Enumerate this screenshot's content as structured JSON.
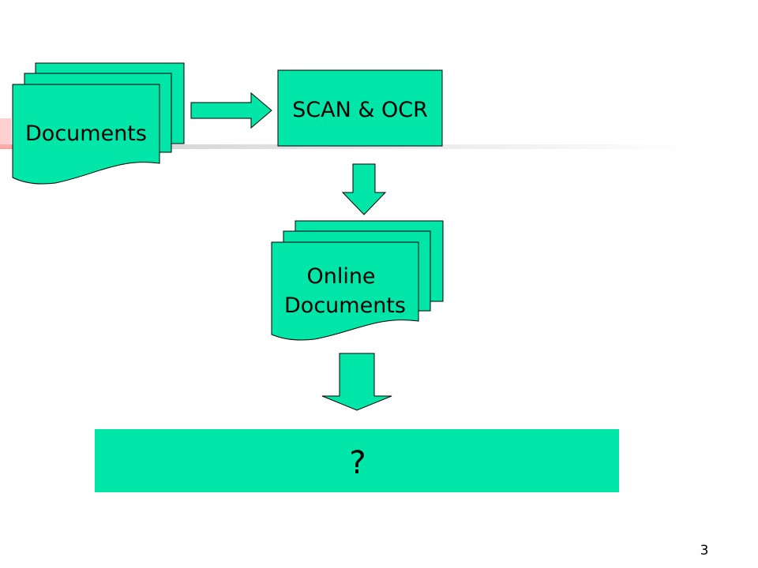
{
  "colors": {
    "fill": "#00e5a8",
    "stroke": "#000000",
    "rule": "#d0d0d0",
    "accent": "#ff9a9a"
  },
  "nodes": {
    "documents": {
      "label": "Documents"
    },
    "scan_ocr": {
      "label": "SCAN & OCR"
    },
    "online_documents": {
      "line1": "Online",
      "line2": "Documents"
    },
    "result": {
      "label": "?"
    }
  },
  "slide_number": "3"
}
